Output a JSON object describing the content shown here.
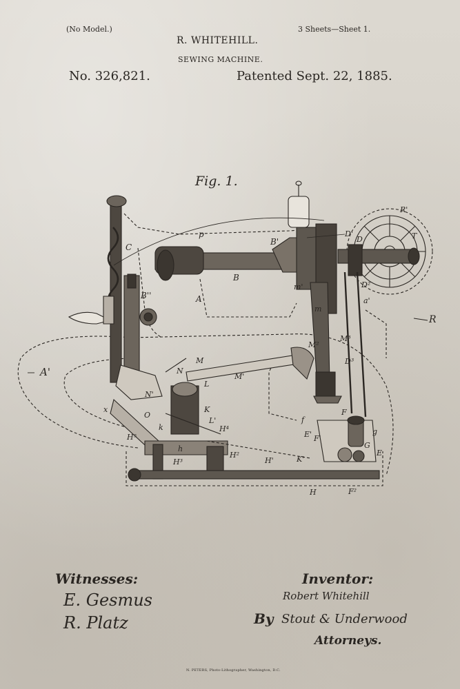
{
  "header": {
    "model": "(No Model.)",
    "inventor_name": "R. WHITEHILL.",
    "sheets": "3 Sheets—Sheet 1.",
    "title": "SEWING MACHINE.",
    "patent_number": "No. 326,821.",
    "patent_date": "Patented Sept. 22, 1885."
  },
  "figure": {
    "label": "Fig. 1.",
    "letters": [
      "A'",
      "A",
      "B",
      "B'",
      "B''",
      "C",
      "p",
      "D",
      "D'",
      "D²",
      "D³",
      "R",
      "R'",
      "T",
      "a'",
      "m",
      "m'",
      "M",
      "M'",
      "M²",
      "M³",
      "N",
      "N'",
      "L",
      "L'",
      "K",
      "K'",
      "k",
      "O",
      "H",
      "H'",
      "H²",
      "H³",
      "H⁴",
      "H⁵",
      "h",
      "E",
      "E'",
      "F",
      "F'",
      "F²",
      "G",
      "g",
      "f",
      "x"
    ]
  },
  "witnesses": {
    "label": "Witnesses:",
    "signature_1": "E. Gesmus",
    "signature_2": "R. Platz"
  },
  "inventor": {
    "label": "Inventor:",
    "signature": "Robert Whitehill",
    "by": "By",
    "attorneys_signature": "Stout & Underwood",
    "attorneys_label": "Attorneys."
  },
  "footer": {
    "printer": "N. PETERS, Photo-Lithographer, Washington, D.C."
  },
  "colors": {
    "paper": "#d9d5cd",
    "ink": "#2a2622"
  }
}
